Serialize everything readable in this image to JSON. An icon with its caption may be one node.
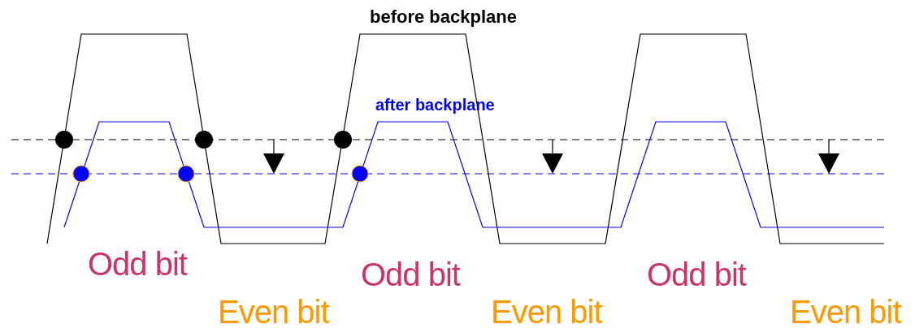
{
  "diagram": {
    "labels": [
      "before backplane",
      "after backplane",
      "Odd bit",
      "Odd bit",
      "Odd bit",
      "Even bit",
      "Even bit",
      "Even bit"
    ]
  }
}
